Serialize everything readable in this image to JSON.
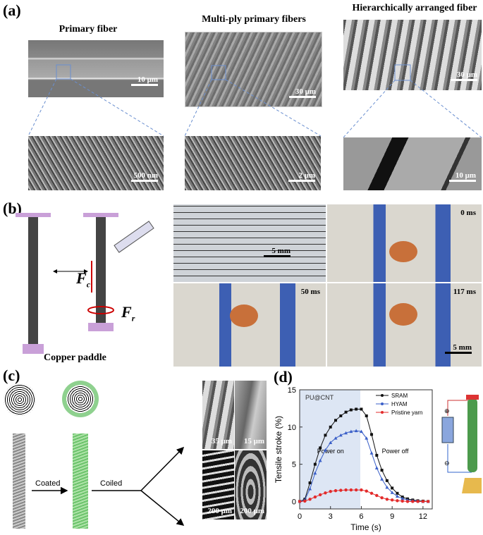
{
  "panel_labels": {
    "a": "(a)",
    "b": "(b)",
    "c": "(c)",
    "d": "(d)"
  },
  "panel_a": {
    "columns": [
      {
        "title": "Primary fiber",
        "scale_top": "10 μm",
        "scale_zoom": "500 nm"
      },
      {
        "title": "Multi-ply primary fibers",
        "scale_top": "30 μm",
        "scale_zoom": "2 μm"
      },
      {
        "title": "Hierarchically arranged fiber",
        "scale_top": "30 μm",
        "scale_zoom": "10 μm"
      }
    ]
  },
  "panel_b": {
    "force_c": "F",
    "force_c_sub": "c",
    "force_r": "F",
    "force_r_sub": "r",
    "paddle_label": "Copper paddle",
    "photos": [
      {
        "time": "",
        "scale": "5 mm"
      },
      {
        "time": "0 ms",
        "scale": ""
      },
      {
        "time": "50 ms",
        "scale": ""
      },
      {
        "time": "117 ms",
        "scale": "5 mm"
      }
    ]
  },
  "panel_c": {
    "arrow1": "Coated",
    "arrow2": "Coiled",
    "sem_scales": [
      "35 μm",
      "15 μm",
      "200 μm",
      "200 μm"
    ]
  },
  "chart_data": {
    "type": "line",
    "xlabel": "Time (s)",
    "ylabel": "Tensile stroke (%)",
    "xlim": [
      0,
      12.9
    ],
    "ylim": [
      -1,
      15
    ],
    "xticks": [
      0,
      3,
      6,
      9,
      12
    ],
    "yticks": [
      0,
      5,
      10,
      15
    ],
    "annotations": {
      "material": "PU@CNT",
      "on": "Power on",
      "off": "Power off"
    },
    "power_on_region": [
      0,
      5.9
    ],
    "legend_position": "top-right",
    "x": [
      0,
      0.5,
      1,
      1.5,
      2,
      2.5,
      3,
      3.5,
      4,
      4.5,
      5,
      5.5,
      6,
      6.5,
      7,
      7.5,
      8,
      8.5,
      9,
      9.5,
      10,
      10.5,
      11,
      11.5,
      12,
      12.5
    ],
    "series": [
      {
        "name": "SRAM",
        "color": "#111111",
        "marker": "square",
        "values": [
          0,
          0.3,
          2.5,
          5,
          7.2,
          8.9,
          10,
          10.9,
          11.5,
          12,
          12.3,
          12.4,
          12.4,
          11.5,
          9,
          6.2,
          4.2,
          2.8,
          1.8,
          1.1,
          0.6,
          0.35,
          0.2,
          0.1,
          0.05,
          0
        ]
      },
      {
        "name": "HYAM",
        "color": "#3a5fc8",
        "marker": "triangle",
        "values": [
          0,
          0.2,
          1.7,
          3.8,
          5.5,
          6.9,
          7.9,
          8.5,
          8.9,
          9.2,
          9.4,
          9.5,
          9.4,
          8.5,
          6.5,
          4.5,
          3,
          1.9,
          1.2,
          0.7,
          0.4,
          0.2,
          0.1,
          0.05,
          0,
          0
        ]
      },
      {
        "name": "Pristine yarn",
        "color": "#e32b2b",
        "marker": "circle",
        "values": [
          0,
          0.05,
          0.3,
          0.6,
          0.9,
          1.15,
          1.35,
          1.45,
          1.5,
          1.55,
          1.55,
          1.55,
          1.55,
          1.4,
          1.1,
          0.8,
          0.5,
          0.3,
          0.2,
          0.1,
          0.05,
          0,
          0,
          0,
          0,
          0
        ]
      }
    ],
    "battery_plus": "⊕",
    "battery_minus": "⊖"
  }
}
